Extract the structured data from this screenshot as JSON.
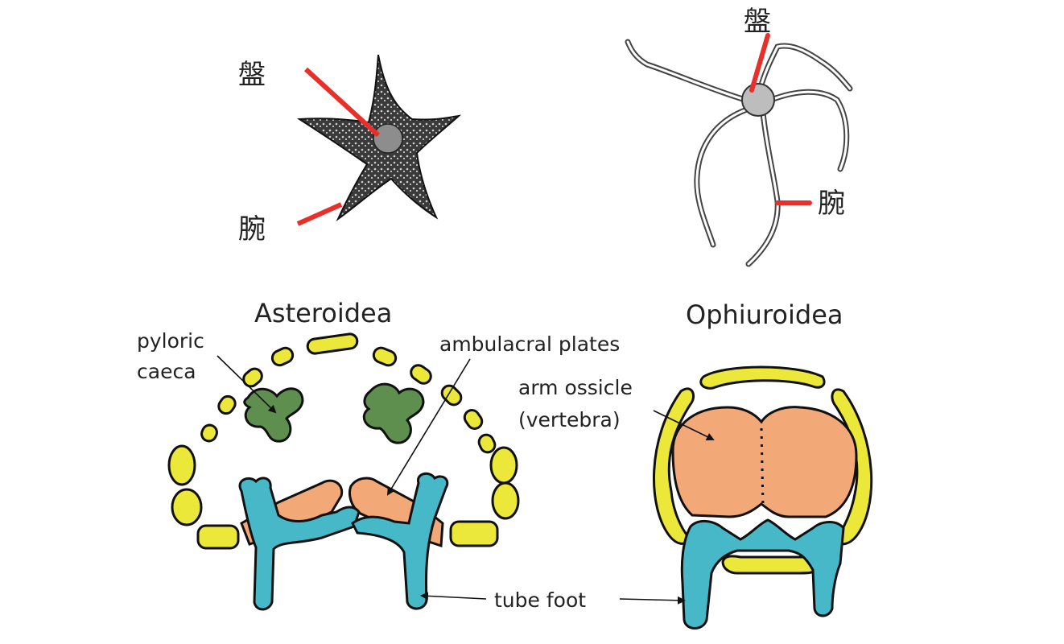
{
  "top": {
    "sea_star": {
      "disc_label": "盤",
      "arm_label": "腕"
    },
    "brittle_star": {
      "disc_label": "盤",
      "arm_label": "腕"
    }
  },
  "bottom": {
    "asteroidea": {
      "title": "Asteroidea",
      "pyloric_caeca": [
        "pyloric",
        "caeca"
      ],
      "ambulacral_plates": "ambulacral plates"
    },
    "ophiuroidea": {
      "title": "Ophiuroidea",
      "arm_ossicle": [
        "arm ossicle",
        "(vertebra)"
      ]
    },
    "tube_foot": "tube foot"
  },
  "colors": {
    "pointer_red": "#e8302b",
    "ossicle_yellow": "#ece83a",
    "caeca_green": "#5e8f4f",
    "plate_orange": "#f2a877",
    "tube_cyan": "#46b8c8",
    "outline": "#111111"
  }
}
